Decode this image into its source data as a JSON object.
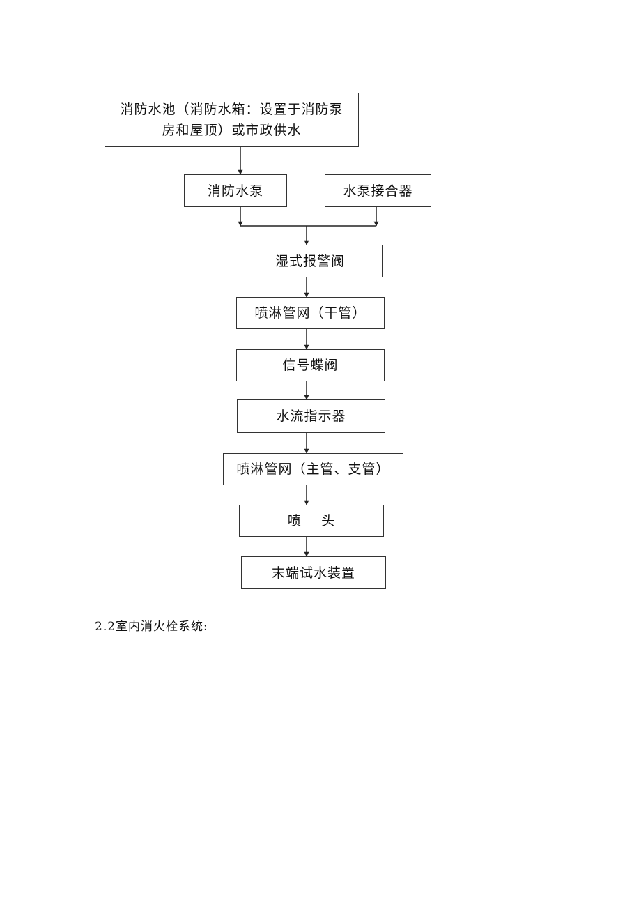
{
  "flowchart": {
    "nodes": {
      "source": "消防水池（消防水箱：设置于消防泵房和屋顶）或市政供水",
      "pump": "消防水泵",
      "adapter": "水泵接合器",
      "alarm_valve": "湿式报警阀",
      "main_pipe": "喷淋管网（干管）",
      "butterfly_valve": "信号蝶阀",
      "flow_indicator": "水流指示器",
      "branch_pipe": "喷淋管网（主管、支管）",
      "sprinkler_head": "喷    头",
      "end_test": "末端试水装置"
    }
  },
  "section_caption": "2.2室内消火栓系统:"
}
